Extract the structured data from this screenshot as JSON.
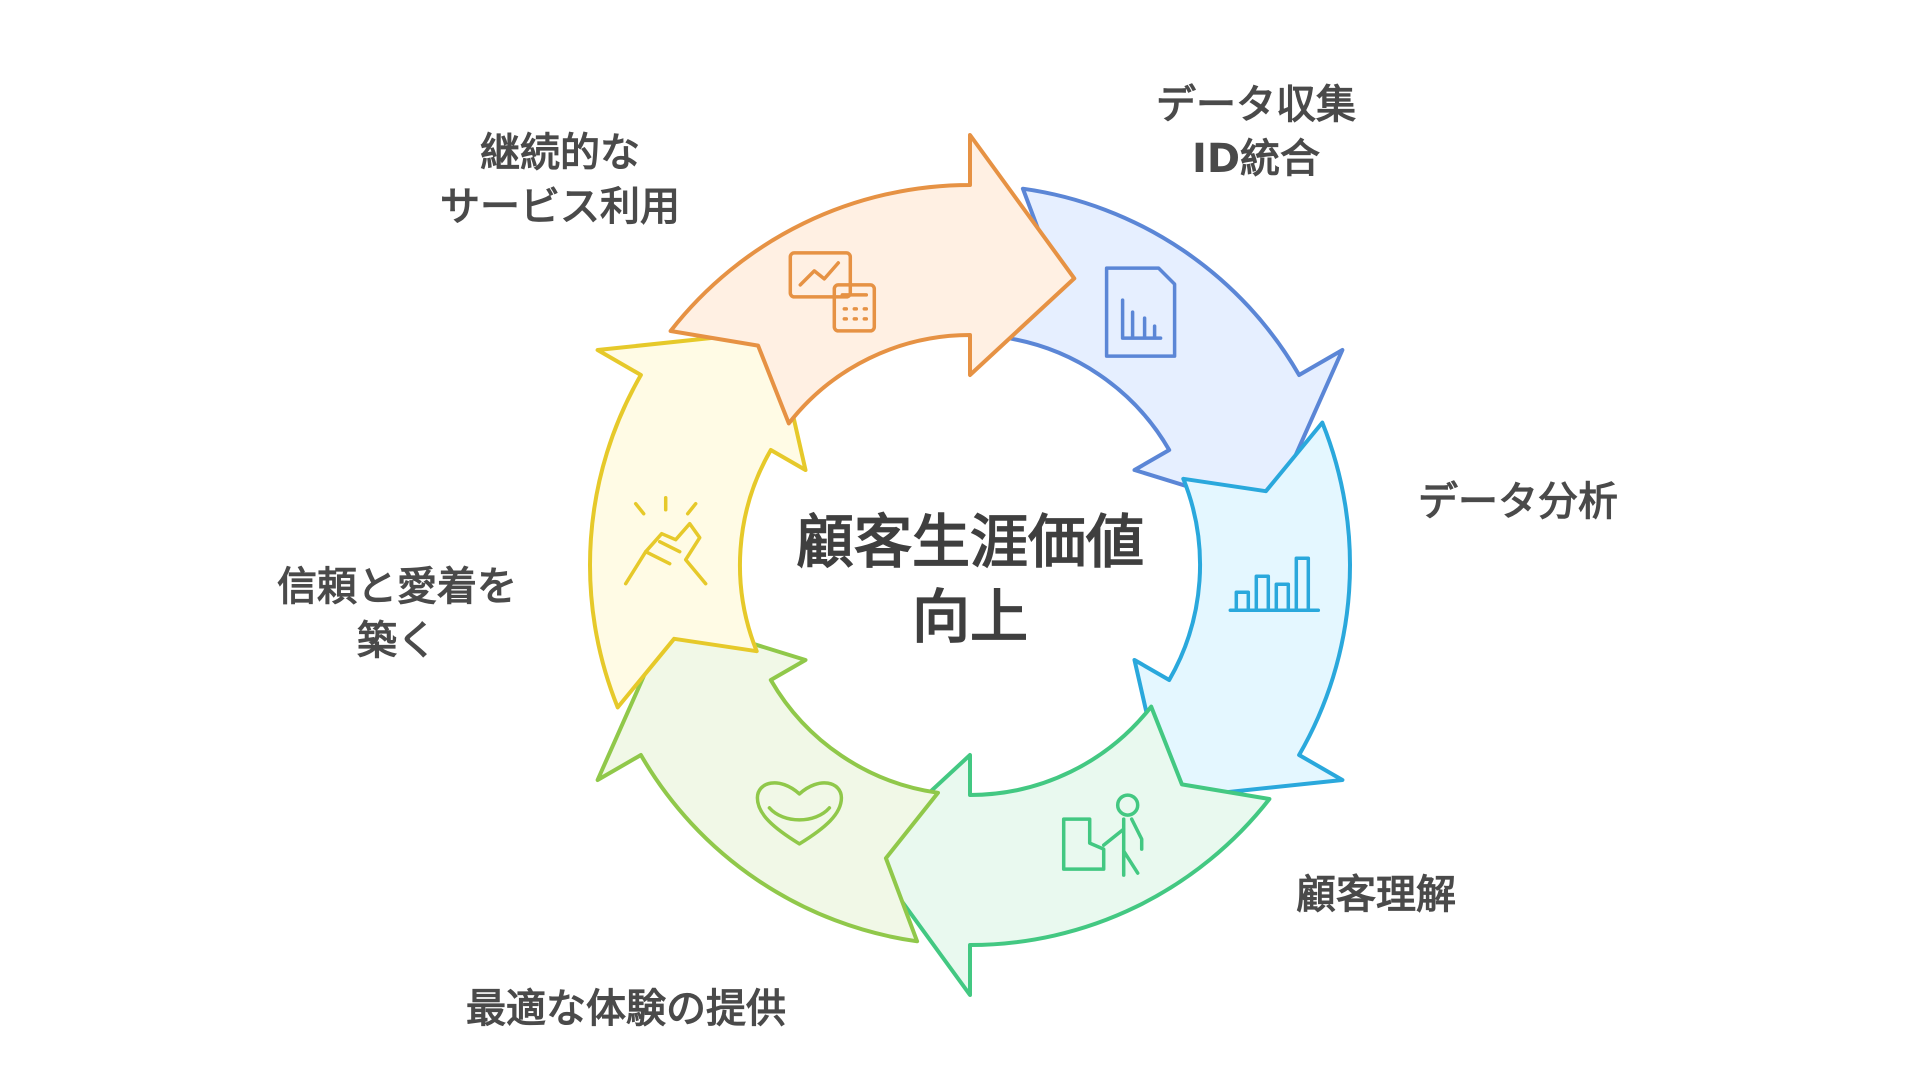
{
  "center": {
    "title": "顧客生涯価値\n向上"
  },
  "stages": [
    {
      "id": "data-collection",
      "label": "データ収集\nID統合",
      "color": "#5b86d6",
      "fill": "#e6efff",
      "icon": "document-chart-icon"
    },
    {
      "id": "data-analysis",
      "label": "データ分析",
      "color": "#2aa8dc",
      "fill": "#e4f7ff",
      "icon": "bar-chart-icon"
    },
    {
      "id": "customer-understanding",
      "label": "顧客理解",
      "color": "#43c882",
      "fill": "#e9f9ef",
      "icon": "person-presenting-icon"
    },
    {
      "id": "optimal-experience",
      "label": "最適な体験の提供",
      "color": "#90c84a",
      "fill": "#f1f8e7",
      "icon": "heart-icon"
    },
    {
      "id": "trust-attachment",
      "label": "信頼と愛着を\n築く",
      "color": "#e6c92a",
      "fill": "#fffbe5",
      "icon": "handshake-icon"
    },
    {
      "id": "continued-use",
      "label": "継続的な\nサービス利用",
      "color": "#e69244",
      "fill": "#fff0e3",
      "icon": "growth-calculator-icon"
    }
  ]
}
